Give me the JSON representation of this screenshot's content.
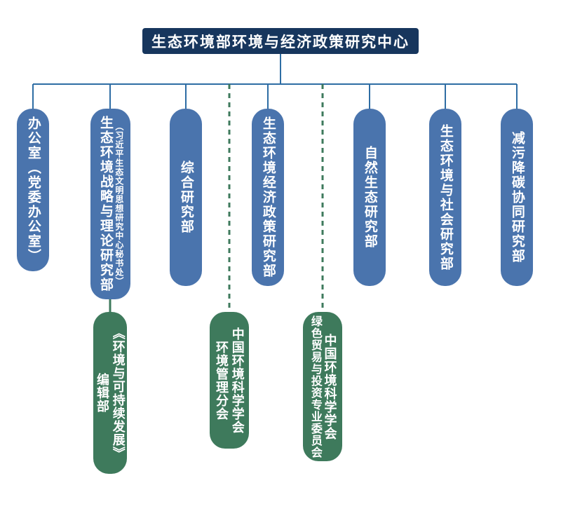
{
  "header": {
    "title": "生态环境部环境与经济政策研究中心"
  },
  "departments": [
    {
      "label": "办公室（党委办公室）"
    },
    {
      "label": "生态环境战略与理论研究部",
      "sub": "（习近平生态文明思想研究中心秘书处）"
    },
    {
      "label": "综合研究部"
    },
    {
      "label": "生态环境经济政策研究部"
    },
    {
      "label": "自然生态研究部"
    },
    {
      "label": "生态环境与社会研究部"
    },
    {
      "label": "减污降碳协同研究部"
    }
  ],
  "affiliates": [
    {
      "line1": "《环境与可持续发展》",
      "line2": "编辑部",
      "connector": "solid"
    },
    {
      "line1": "中国环境科学学会",
      "line2": "环境管理分会",
      "connector": "dashed"
    },
    {
      "line1": "中国环境科学学会",
      "line2": "绿色贸易与投资专业委员会",
      "connector": "dashed"
    }
  ],
  "colors": {
    "header_bg": "#17365d",
    "department_bg": "#4a74ad",
    "affiliate_bg": "#3e7a5c",
    "connector_line": "#2e6da4",
    "dashed_connector_line": "#3e7a5c",
    "text": "#ffffff",
    "background": "#ffffff"
  }
}
